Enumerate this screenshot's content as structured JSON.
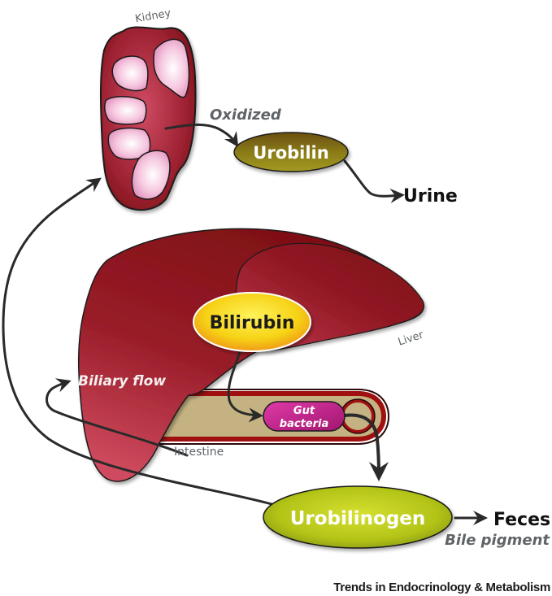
{
  "organs": {
    "kidney": "Kidney",
    "liver": "Liver",
    "intestine": "Intestine"
  },
  "nodes": {
    "urobilin": "Urobilin",
    "bilirubin": "Bilirubin",
    "urobilinogen": "Urobilinogen",
    "gut_bacteria_line1": "Gut",
    "gut_bacteria_line2": "bacteria"
  },
  "annotations": {
    "oxidized": "Oxidized",
    "biliary_flow": "Biliary flow",
    "bile_pigment": "Bile pigment"
  },
  "outputs": {
    "urine": "Urine",
    "feces": "Feces"
  },
  "footer": "Trends in Endocrinology & Metabolism",
  "colors": {
    "organ_red": "#8b1a1f",
    "organ_light": "#c6445a",
    "kidney_pocket": "#f4c2dc",
    "urobilin": "#7a6a12",
    "bilirubin": "#f5d21a",
    "urobilinogen": "#b8c818",
    "gut_bacteria": "#c0248a",
    "intestine_fill": "#c4b282",
    "arrow": "#2a2a2a",
    "label_gray": "#5f6467"
  }
}
